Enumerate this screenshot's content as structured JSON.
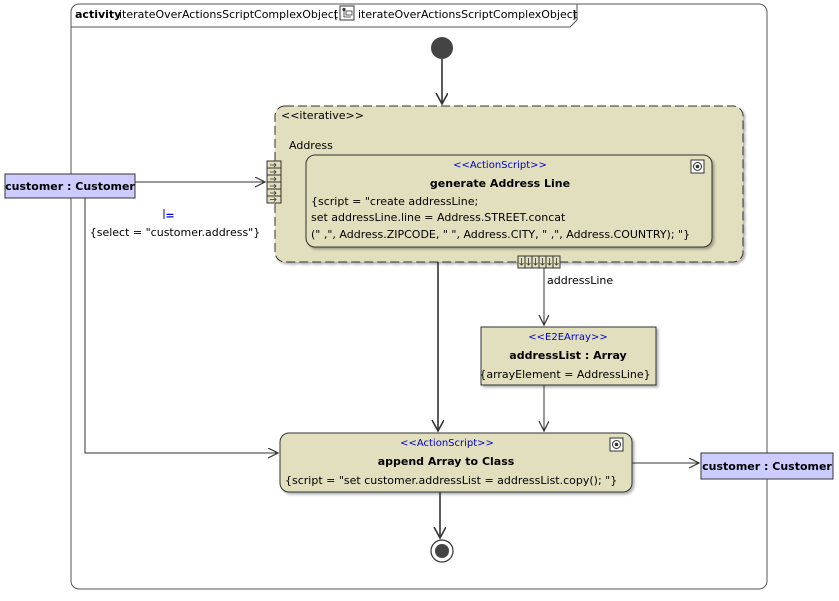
{
  "frame": {
    "keyword": "activity",
    "name": "iterateOverActionsScriptComplexObject",
    "bracket_open": "[",
    "bracket_close": "]",
    "inner_name": "iterateOverActionsScriptComplexObject",
    "inner_icon": "activity-diagram-icon"
  },
  "region": {
    "stereotype": "<<iterative>>",
    "name": "Address",
    "input_pin_icon": "expansion-node-icon",
    "output_pin_icon": "expansion-node-icon"
  },
  "action_generate": {
    "stereotype": "<<ActionScript>>",
    "title": "generate Address Line",
    "icon": "action-script-icon",
    "script_lines": [
      "{script = \"create addressLine;",
      "set addressLine.line = Address.STREET.concat",
      "(\" ,\", Address.ZIPCODE, \" \", Address.CITY, \" ,\", Address.COUNTRY); \"}"
    ]
  },
  "customer_in": {
    "label": "customer : Customer"
  },
  "select_note": {
    "icon": "equals-icon",
    "text": "{select = \"customer.address\"}"
  },
  "output_flow": {
    "label": "addressLine"
  },
  "array_node": {
    "stereotype": "<<E2EArray>>",
    "title": "addressList : Array",
    "property": "{arrayElement = AddressLine}"
  },
  "action_append": {
    "stereotype": "<<ActionScript>>",
    "title": "append Array to Class",
    "icon": "action-script-icon",
    "script": "{script = \"set customer.addressList = addressList.copy(); \"}"
  },
  "customer_out": {
    "label": "customer : Customer"
  },
  "colors": {
    "node_fill": "#e1dfbd",
    "object_fill": "#ccccff",
    "stereotype_text": "#0000cc",
    "line": "#333333"
  }
}
